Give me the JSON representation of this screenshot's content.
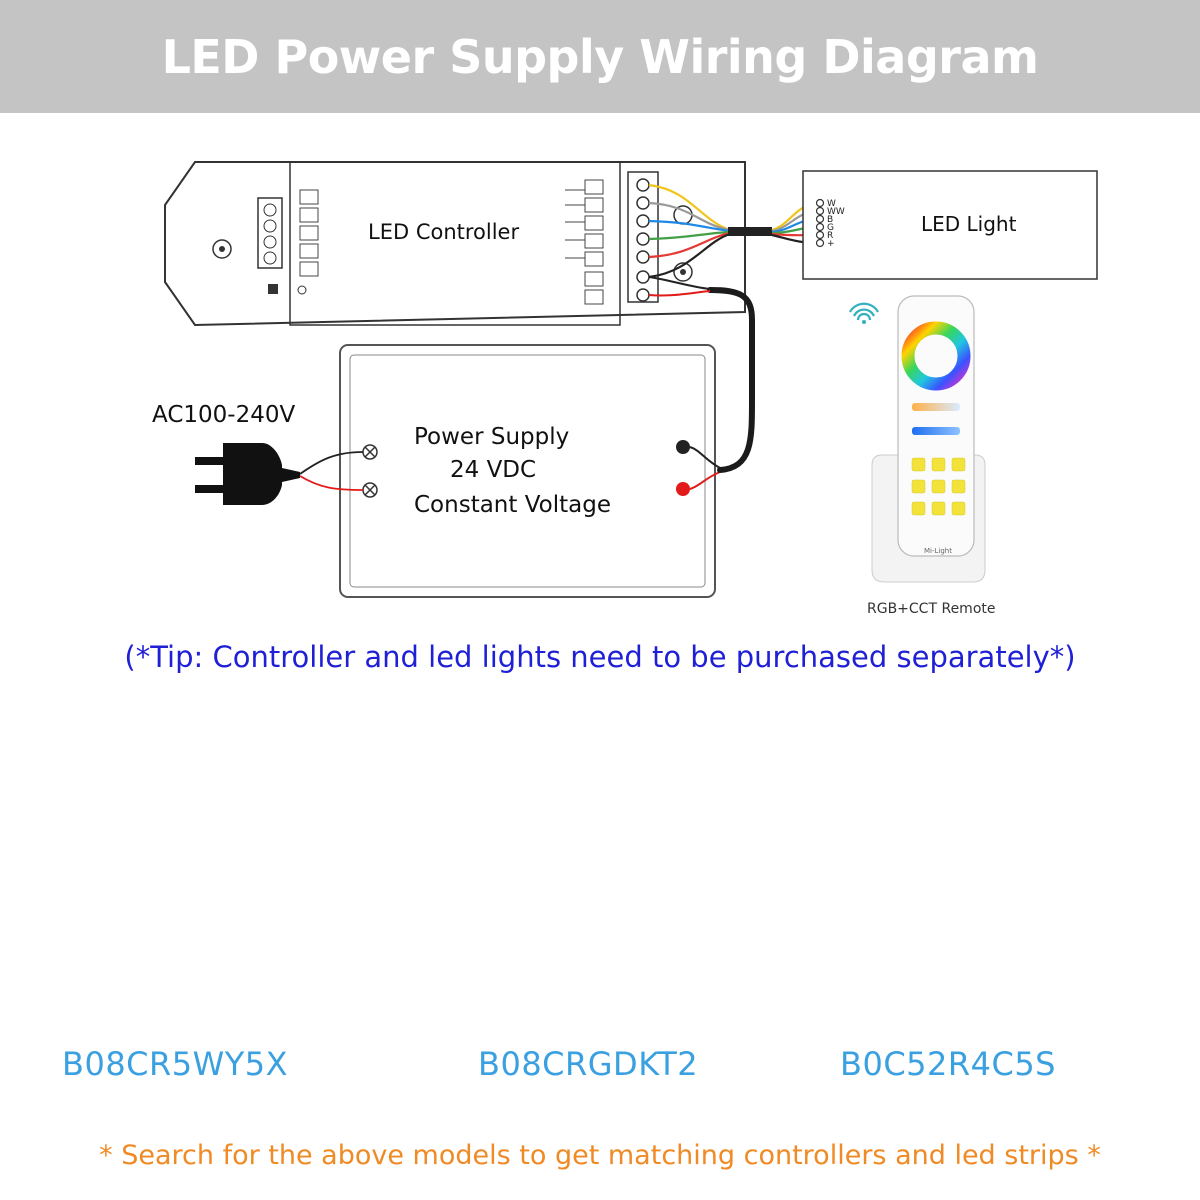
{
  "title": "LED Power Supply Wiring Diagram",
  "diagram": {
    "controller_label": "LED Controller",
    "light_label": "LED Light",
    "ac_label": "AC100-240V",
    "power_supply": {
      "line1": "Power Supply",
      "line2": "24 VDC",
      "line3": "Constant Voltage"
    },
    "light_terminals": [
      "W",
      "WW",
      "B",
      "G",
      "R",
      "+"
    ],
    "remote_caption": "RGB+CCT Remote",
    "remote_brand": "Mi-Light"
  },
  "tip": "(*Tip: Controller and led lights need to be purchased separately*)",
  "products": [
    {
      "model": "B08CR5WY5X"
    },
    {
      "model": "B08CRGDKT2"
    },
    {
      "model": "B0C52R4C5S"
    }
  ],
  "footer": "* Search for the above models to get matching controllers and led strips *",
  "colors": {
    "banner_bg": "#c4c4c4",
    "tip_text": "#1f1fd6",
    "model_text": "#3aa0e0",
    "footer_text": "#f08a24"
  }
}
